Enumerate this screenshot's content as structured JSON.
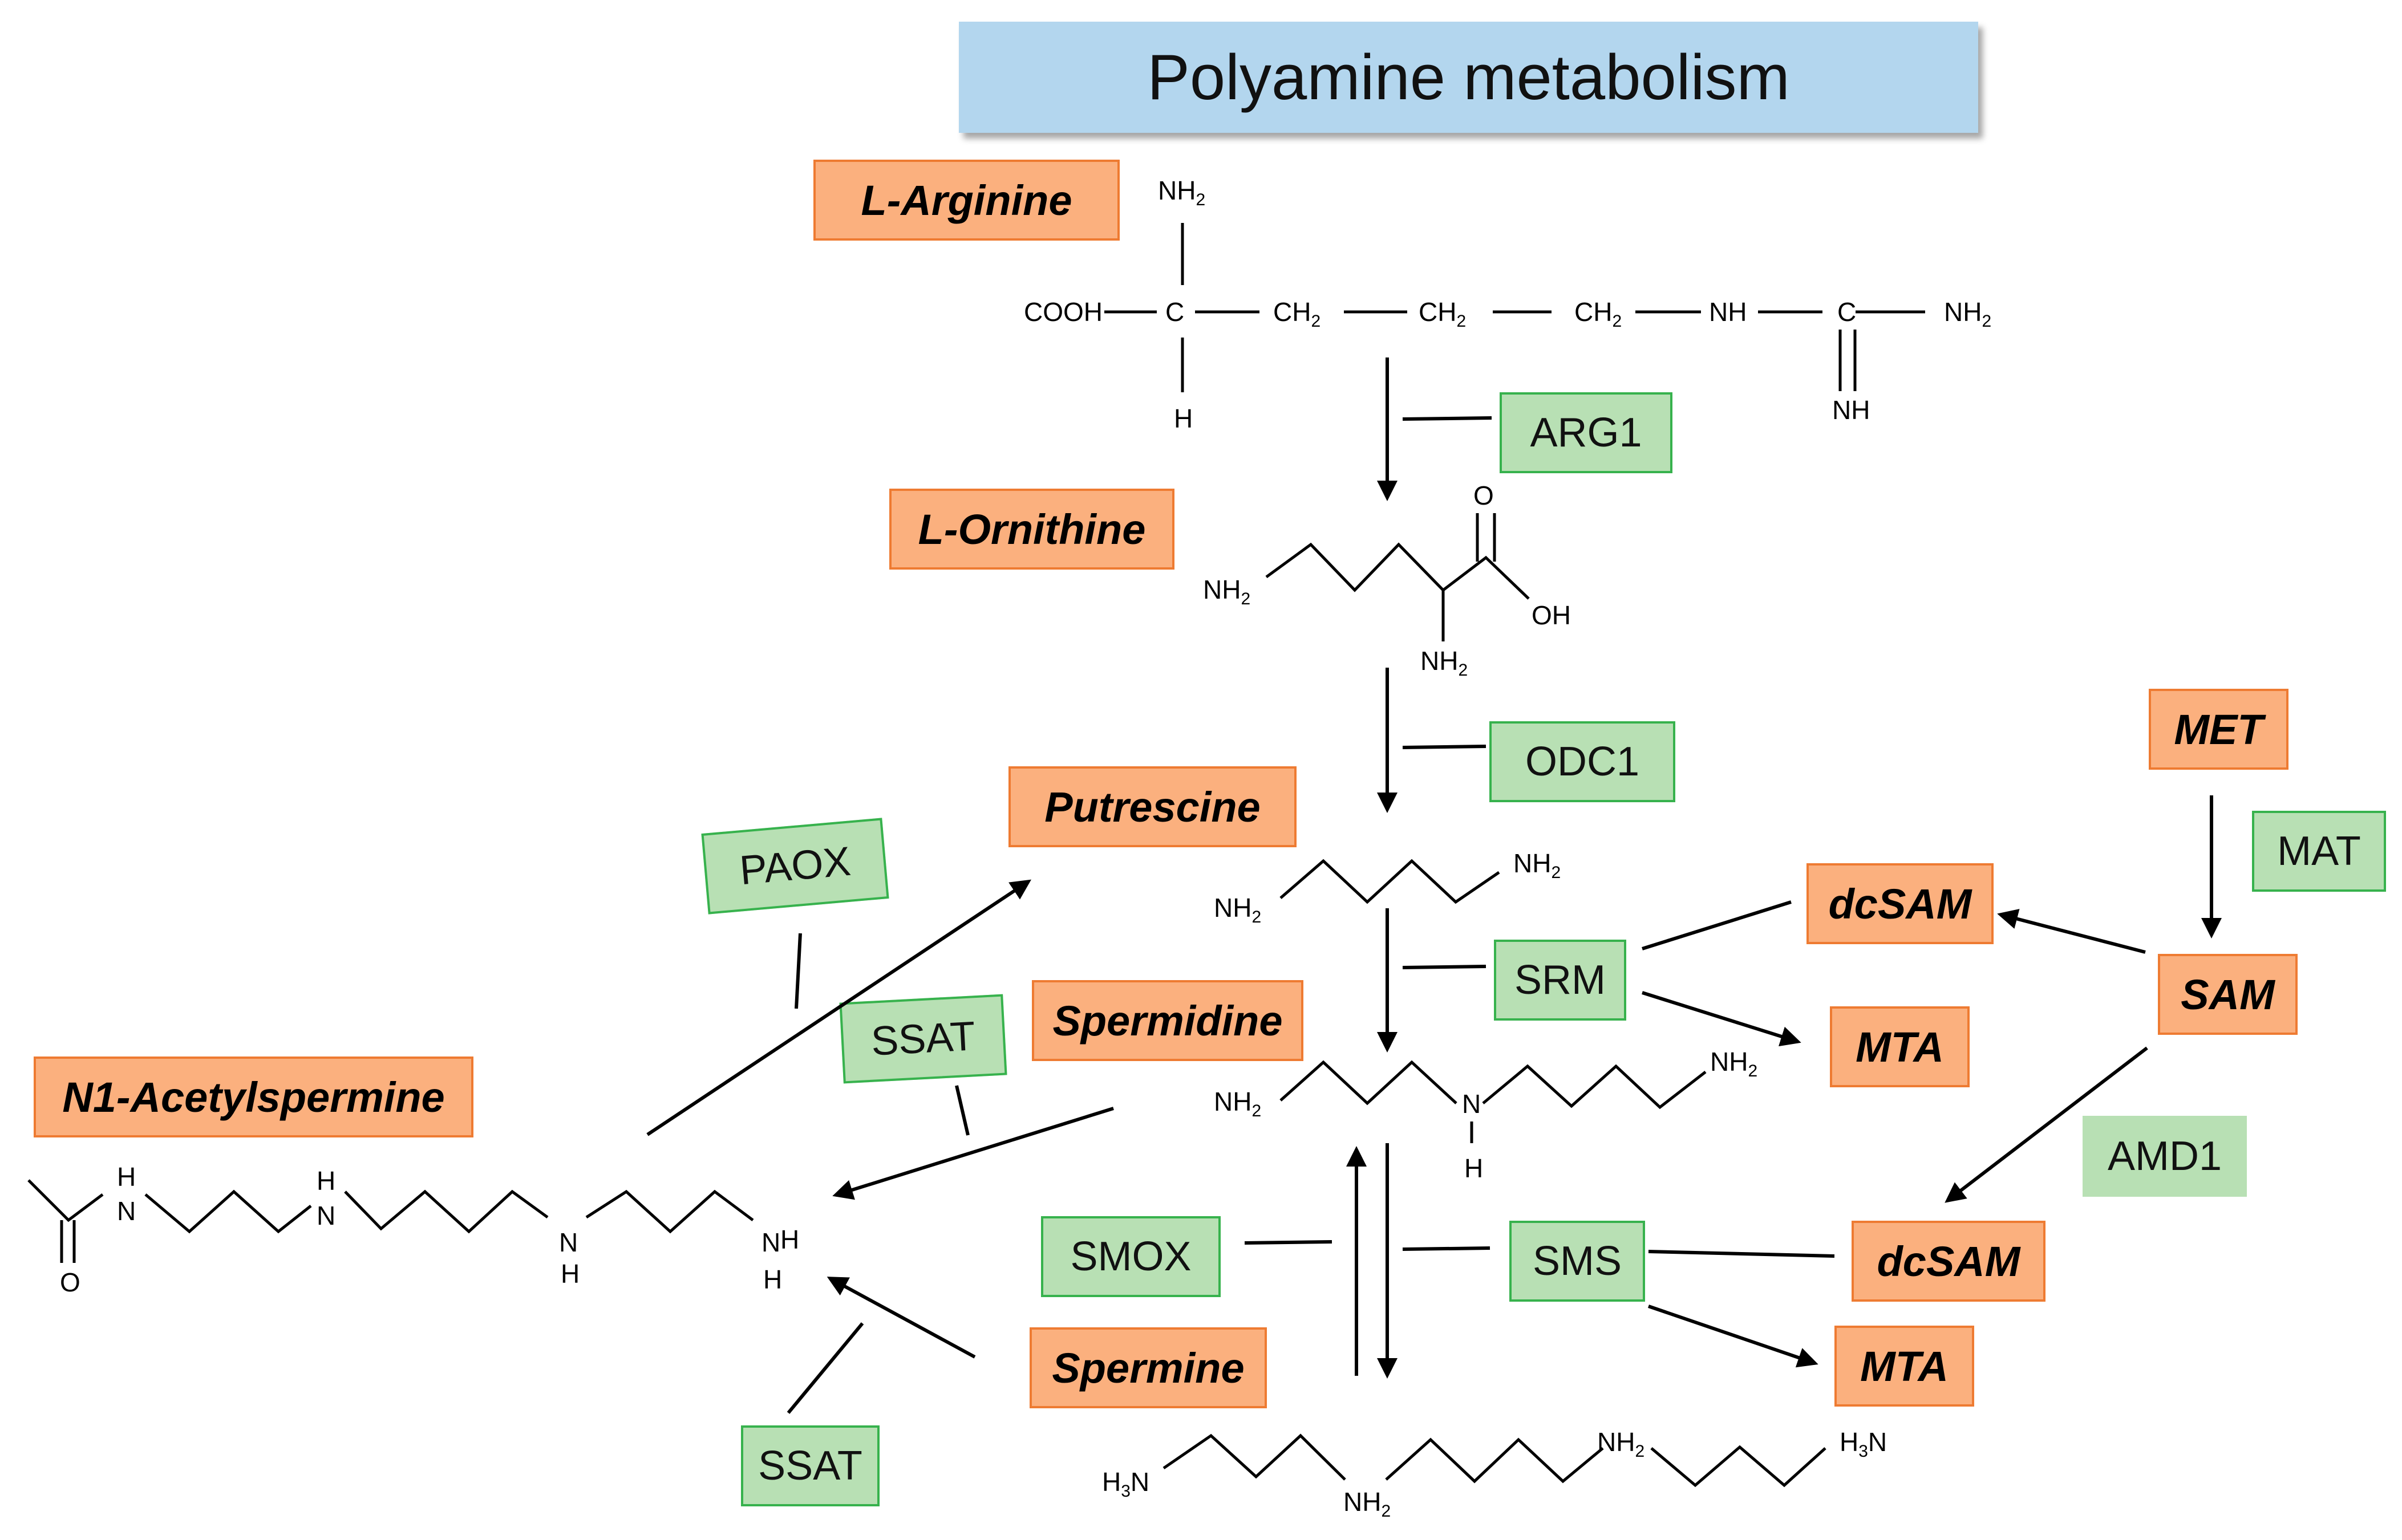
{
  "title": "Polyamine metabolism",
  "colors": {
    "title_bg": "#b3d6ee",
    "metabolite_fill": "#fbb07e",
    "metabolite_border": "#ee7b32",
    "enzyme_fill": "#b8e0b4",
    "enzyme_border": "#37b24d"
  },
  "metabolites": {
    "l_arginine": "L-Arginine",
    "l_ornithine": "L-Ornithine",
    "putrescine": "Putrescine",
    "spermidine": "Spermidine",
    "spermine": "Spermine",
    "n1_acetylspermine": "N1-Acetylspermine",
    "met": "MET",
    "sam": "SAM",
    "dcsam_1": "dcSAM",
    "dcsam_2": "dcSAM",
    "mta_1": "MTA",
    "mta_2": "MTA"
  },
  "enzymes": {
    "arg1": "ARG1",
    "odc1": "ODC1",
    "srm": "SRM",
    "sms": "SMS",
    "smox": "SMOX",
    "paox": "PAOX",
    "ssat_1": "SSAT",
    "ssat_2": "SSAT",
    "mat": "MAT",
    "amd1": "AMD1"
  },
  "structures": {
    "arginine": {
      "cooh": "COOH",
      "c": "C",
      "ch2": "CH",
      "sub2": "2",
      "nh": "NH",
      "nh2": "NH",
      "h": "H"
    },
    "ornithine": {
      "o": "O",
      "oh": "OH",
      "nh2": "NH"
    },
    "putrescine": {
      "nh2": "NH"
    },
    "spermidine": {
      "nh2": "NH",
      "n": "N",
      "h": "H"
    },
    "spermine": {
      "h3n": "H",
      "h3n_sub": "3",
      "n": "N",
      "nh2": "NH"
    },
    "acetylspermine": {
      "h": "H",
      "n": "N",
      "o": "O"
    }
  }
}
